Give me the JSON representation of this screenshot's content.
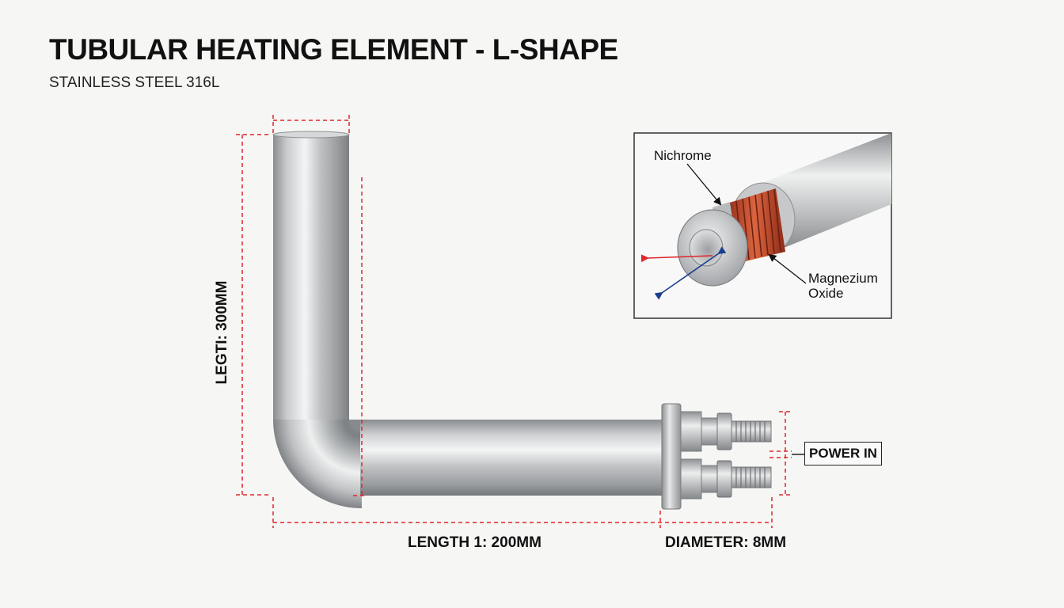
{
  "title": "TUBULAR HEATING ELEMENT - L-SHAPE",
  "subtitle": "STAINLESS STEEL 316L",
  "dimensions": {
    "vertical_leg": "LEGTI: 300MM",
    "horizontal_leg": "LENGTH 1: 200MM",
    "diameter": "DIAMETER: 8MM"
  },
  "power_label": "POWER IN",
  "inset": {
    "coil_label": "Nichrome",
    "insulation_label_line1": "Magnezium",
    "insulation_label_line2": "Oxide"
  },
  "colors": {
    "dimension_line": "#e0252b",
    "tube_steel": "#b9bcbf",
    "coil": "#c2452b",
    "arrow_blue": "#1b3f8f"
  },
  "icons": {
    "flow_out_arrow": "red-arrow",
    "flow_in_arrow": "blue-arrow"
  }
}
